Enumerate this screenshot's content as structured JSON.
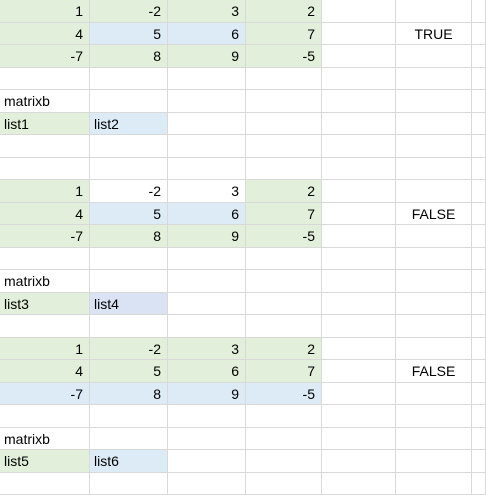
{
  "colors": {
    "green_fill": "#e2efda",
    "blue_fill": "#ddebf7",
    "lavender_fill": "#dae3f3",
    "gridline": "#d9d9d9"
  },
  "blocks": [
    {
      "matrix": [
        [
          "1",
          "-2",
          "3",
          "2"
        ],
        [
          "4",
          "5",
          "6",
          "7"
        ],
        [
          "-7",
          "8",
          "9",
          "-5"
        ]
      ],
      "result": "TRUE",
      "label": "matrixb",
      "list_a": "list1",
      "list_b": "list2"
    },
    {
      "matrix": [
        [
          "1",
          "-2",
          "3",
          "2"
        ],
        [
          "4",
          "5",
          "6",
          "7"
        ],
        [
          "-7",
          "8",
          "9",
          "-5"
        ]
      ],
      "result": "FALSE",
      "label": "matrixb",
      "list_a": "list3",
      "list_b": "list4"
    },
    {
      "matrix": [
        [
          "1",
          "-2",
          "3",
          "2"
        ],
        [
          "4",
          "5",
          "6",
          "7"
        ],
        [
          "-7",
          "8",
          "9",
          "-5"
        ]
      ],
      "result": "FALSE",
      "label": "matrixb",
      "list_a": "list5",
      "list_b": "list6"
    }
  ]
}
